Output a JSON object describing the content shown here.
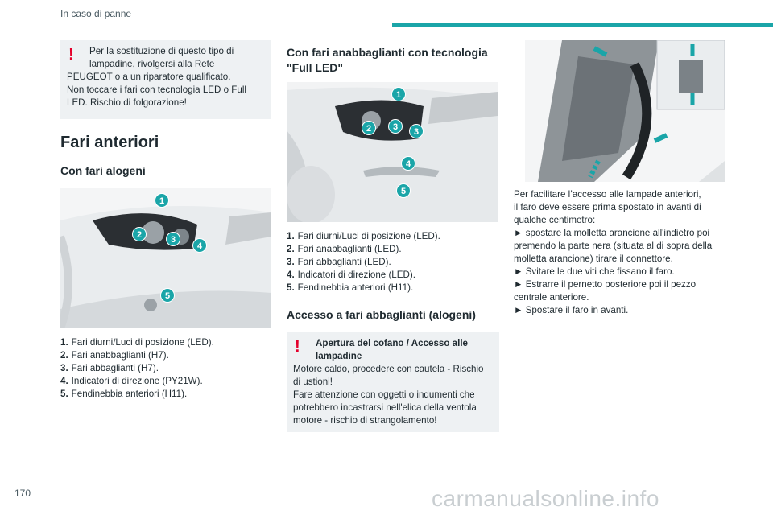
{
  "header": {
    "section_title": "In caso di panne",
    "accent_color": "#1aa5a8"
  },
  "page_number": "170",
  "watermark": "carmanualsonline.info",
  "col1": {
    "warning": {
      "icon": "exclamation-icon",
      "line1": "Per la sostituzione di questo tipo di",
      "line2": "lampadine, rivolgersi alla Rete",
      "line3": "PEUGEOT o a un riparatore qualificato.",
      "line4": "Non toccare i fari con tecnologia LED o Full",
      "line5": "LED. Rischio di folgorazione!"
    },
    "section_title": "Fari anteriori",
    "subsection_title": "Con fari alogeni",
    "badges": [
      "1",
      "2",
      "3",
      "4",
      "5"
    ],
    "legend": [
      {
        "num": "1.",
        "text": "Fari diurni/Luci di posizione (LED)."
      },
      {
        "num": "2.",
        "text": "Fari anabbaglianti (H7)."
      },
      {
        "num": "3.",
        "text": "Fari abbaglianti (H7)."
      },
      {
        "num": "4.",
        "text": "Indicatori di direzione (PY21W)."
      },
      {
        "num": "5.",
        "text": "Fendinebbia anteriori (H11)."
      }
    ]
  },
  "col2": {
    "title_line1": "Con fari anabbaglianti con tecnologia",
    "title_line2": "\"Full LED\"",
    "badges": [
      "1",
      "2",
      "3",
      "3",
      "4",
      "5"
    ],
    "legend": [
      {
        "num": "1.",
        "text": "Fari diurni/Luci di posizione (LED)."
      },
      {
        "num": "2.",
        "text": "Fari anabbaglianti (LED)."
      },
      {
        "num": "3.",
        "text": "Fari abbaglianti (LED)."
      },
      {
        "num": "4.",
        "text": "Indicatori di direzione (LED)."
      },
      {
        "num": "5.",
        "text": "Fendinebbia anteriori (H11)."
      }
    ],
    "access_title": "Accesso a fari abbaglianti (alogeni)",
    "warning": {
      "icon": "exclamation-icon",
      "bold1": "Apertura del cofano / Accesso alle",
      "bold2": "lampadine",
      "line1": "Motore caldo, procedere con cautela - Rischio",
      "line2": "di ustioni!",
      "line3": "Fare attenzione con oggetti o indumenti che",
      "line4": "potrebbero incastrarsi nell'elica della ventola",
      "line5": "motore - rischio di strangolamento!"
    }
  },
  "col3": {
    "lines": [
      "Per facilitare l’accesso alle lampade anteriori,",
      "il faro deve essere prima spostato in avanti di",
      "qualche centimetro:",
      "► spostare la molletta arancione all'indietro poi",
      "premendo la parte nera (situata al di sopra della",
      "molletta arancione) tirare il connettore.",
      "► Svitare le due viti che fissano il faro.",
      "► Estrarre il pernetto posteriore poi il pezzo",
      "centrale anteriore.",
      "► Spostare il faro in avanti."
    ]
  }
}
